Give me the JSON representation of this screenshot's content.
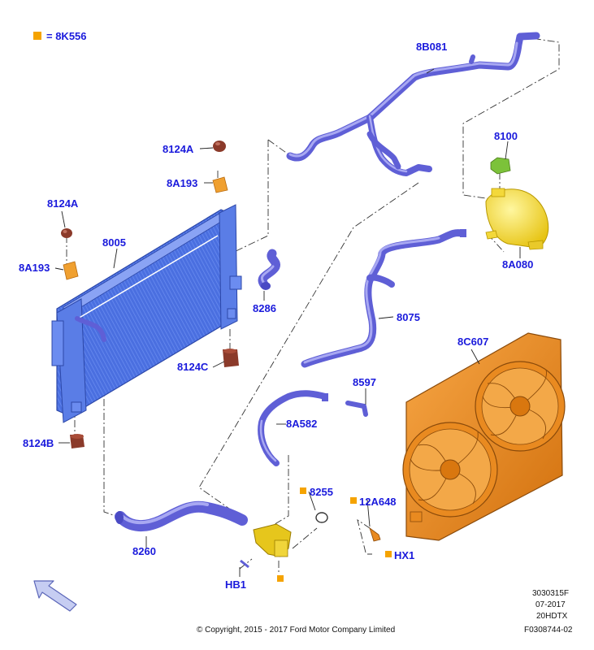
{
  "legend": {
    "symbol_color": "#f5a300",
    "text": "= 8K556"
  },
  "parts": {
    "p8B081": "8B081",
    "p8124A_top": "8124A",
    "p8A193_top": "8A193",
    "p8124A_left": "8124A",
    "p8005": "8005",
    "p8A193_left": "8A193",
    "p8286": "8286",
    "p8124C": "8124C",
    "p8124B": "8124B",
    "p8100": "8100",
    "p8A080": "8A080",
    "p8075": "8075",
    "p8C607": "8C607",
    "p8597": "8597",
    "p8A582": "8A582",
    "p8255": "8255",
    "p12A648": "12A648",
    "pHX1": "HX1",
    "p8260": "8260",
    "pHB1": "HB1"
  },
  "footer": {
    "code1": "3030315F",
    "date": "07-2017",
    "code2": "20HDTX",
    "copyright": "© Copyright, 2015 -  2017 Ford Motor Company Limited",
    "code3": "F0308744-02"
  },
  "colors": {
    "label": "#1a1adc",
    "hose": "#5f5fd6",
    "radiator": "#4b72e0",
    "fan": "#f08c1e",
    "reservoir": "#f5e12a",
    "cap": "#7cc23a",
    "bracket": "#f0a030",
    "mount": "#8b3a2a"
  },
  "icons": {
    "orientation": "arrow-icon"
  }
}
